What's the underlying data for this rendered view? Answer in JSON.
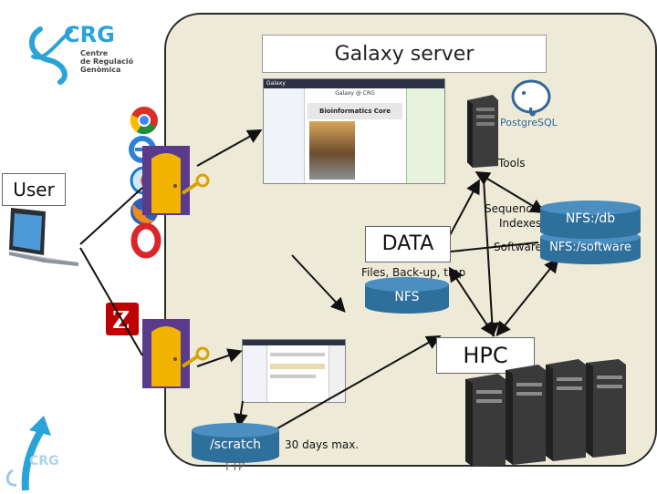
{
  "logo": {
    "name": "CRG",
    "subtitle": [
      "Centre",
      "de Regulació",
      "Genòmica"
    ]
  },
  "labels": {
    "galaxy_server": "Galaxy server",
    "user": "User",
    "data": "DATA",
    "hpc": "HPC",
    "tools": "Tools",
    "sequences": "Sequences",
    "indexes": "Indexes",
    "software": "Software",
    "files_backup": "Files, Back-up, tmp",
    "thirty_days": "30 days max.",
    "ftp": "FTP"
  },
  "storage": {
    "nfs": "NFS",
    "nfs_db": "NFS:/db",
    "nfs_software": "NFS:/software",
    "scratch": "/scratch"
  },
  "galaxy_screen": {
    "title": "Galaxy",
    "site": "Galaxy @ CRG",
    "banner": "Bioinformatics Core"
  },
  "postgres": "PostgreSQL",
  "colors": {
    "panel": "#eeead8",
    "cylinder": "#2e6f9c",
    "door": "#f0b400",
    "door_frame": "#5a3a8a",
    "crg_blue": "#2aa3d8"
  }
}
